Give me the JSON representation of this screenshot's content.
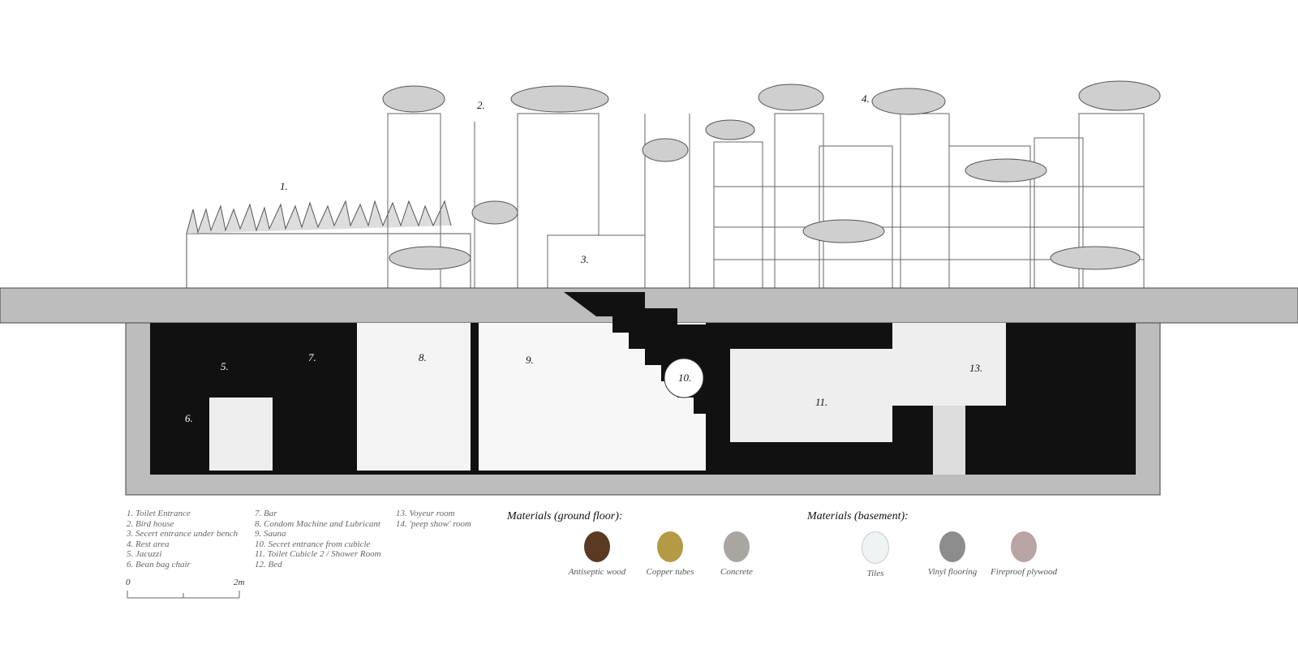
{
  "labels": {
    "n1": "1.",
    "n2": "2.",
    "n3": "3.",
    "n4": "4.",
    "n5": "5.",
    "n6": "6.",
    "n7": "7.",
    "n8": "8.",
    "n9": "9.",
    "n10": "10.",
    "n11": "11.",
    "n13": "13."
  },
  "legend": {
    "col1": [
      "1. Toilet Entrance",
      "2. Bird house",
      "3. Secert entrance under bench",
      "4. Rest area",
      "5. Jacuzzi",
      "6. Bean bag chair"
    ],
    "col2": [
      "7. Bar",
      "8. Condom Machine and Lubricant",
      "9. Sauna",
      "10. Secret entrance from cubicle",
      "11. Toilet Cubicle 2 / Shower Room",
      "12. Bed"
    ],
    "col3": [
      "13. Voyeur room",
      "14. 'peep show' room"
    ]
  },
  "scale": {
    "start": "0",
    "end": "2m"
  },
  "materials_ground": {
    "title": "Materials (ground floor):",
    "items": [
      {
        "label": "Antiseptic wood",
        "color": "#5a3a22"
      },
      {
        "label": "Copper tubes",
        "color": "#b59a45"
      },
      {
        "label": "Concrete",
        "color": "#a9a6a2"
      }
    ]
  },
  "materials_basement": {
    "title": "Materials (basement):",
    "items": [
      {
        "label": "Tiles",
        "color": "#eef3f3"
      },
      {
        "label": "Vinyl flooring",
        "color": "#8c8c8c"
      },
      {
        "label": "Fireproof plywood",
        "color": "#b9a4a4"
      }
    ]
  }
}
